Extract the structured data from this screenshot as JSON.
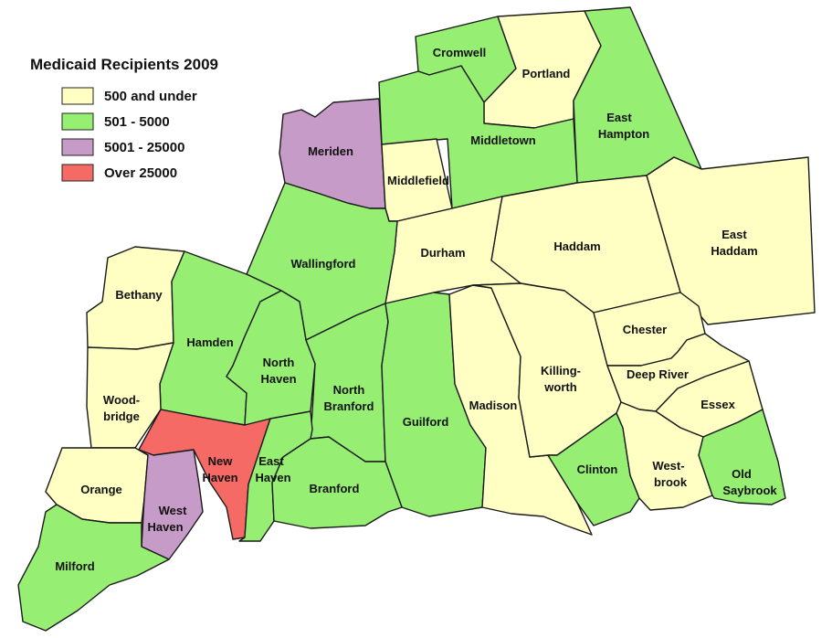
{
  "title": "Medicaid Recipients 2009",
  "legend": [
    {
      "label": "500 and under",
      "color": "#ffffc4"
    },
    {
      "label": "501 - 5000",
      "color": "#96ef73"
    },
    {
      "label": "5001 - 25000",
      "color": "#c79bc7"
    },
    {
      "label": "Over 25000",
      "color": "#f66a66"
    }
  ],
  "towns": {
    "cromwell": {
      "name": "Cromwell",
      "category": "501 - 5000"
    },
    "portland": {
      "name": "Portland",
      "category": "500 and under"
    },
    "east_hampton": {
      "name": "East Hampton",
      "line1": "East",
      "line2": "Hampton",
      "category": "501 - 5000"
    },
    "middletown": {
      "name": "Middletown",
      "category": "501 - 5000"
    },
    "meriden": {
      "name": "Meriden",
      "category": "5001 - 25000"
    },
    "middlefield": {
      "name": "Middlefield",
      "category": "500 and under"
    },
    "east_haddam": {
      "name": "East Haddam",
      "line1": "East",
      "line2": "Haddam",
      "category": "500 and under"
    },
    "haddam": {
      "name": "Haddam",
      "category": "500 and under"
    },
    "durham": {
      "name": "Durham",
      "category": "500 and under"
    },
    "wallingford": {
      "name": "Wallingford",
      "category": "501 - 5000"
    },
    "bethany": {
      "name": "Bethany",
      "category": "500 and under"
    },
    "hamden": {
      "name": "Hamden",
      "category": "501 - 5000"
    },
    "north_haven": {
      "name": "North Haven",
      "line1": "North",
      "line2": "Haven",
      "category": "501 - 5000"
    },
    "north_branford": {
      "name": "North Branford",
      "line1": "North",
      "line2": "Branford",
      "category": "501 - 5000"
    },
    "guilford": {
      "name": "Guilford",
      "category": "501 - 5000"
    },
    "madison": {
      "name": "Madison",
      "category": "500 and under"
    },
    "killingworth": {
      "name": "Killing-worth",
      "line1": "Killing-",
      "line2": "worth",
      "category": "500 and under"
    },
    "chester": {
      "name": "Chester",
      "category": "500 and under"
    },
    "deep_river": {
      "name": "Deep River",
      "category": "500 and under"
    },
    "essex": {
      "name": "Essex",
      "category": "500 and under"
    },
    "woodbridge": {
      "name": "Wood-bridge",
      "line1": "Wood-",
      "line2": "bridge",
      "category": "500 and under"
    },
    "new_haven": {
      "name": "New Haven",
      "line1": "New",
      "line2": "Haven",
      "category": "Over 25000"
    },
    "east_haven": {
      "name": "East Haven",
      "line1": "East",
      "line2": "Haven",
      "category": "501 - 5000"
    },
    "branford": {
      "name": "Branford",
      "category": "501 - 5000"
    },
    "clinton": {
      "name": "Clinton",
      "category": "501 - 5000"
    },
    "westbrook": {
      "name": "West-brook",
      "line1": "West-",
      "line2": "brook",
      "category": "500 and under"
    },
    "old_saybrook": {
      "name": "Old Saybrook",
      "line1": "Old",
      "line2": "Saybrook",
      "category": "501 - 5000"
    },
    "orange": {
      "name": "Orange",
      "category": "500 and under"
    },
    "west_haven": {
      "name": "West Haven",
      "line1": "West",
      "line2": "Haven",
      "category": "5001 - 25000"
    },
    "milford": {
      "name": "Milford",
      "category": "501 - 5000"
    }
  }
}
